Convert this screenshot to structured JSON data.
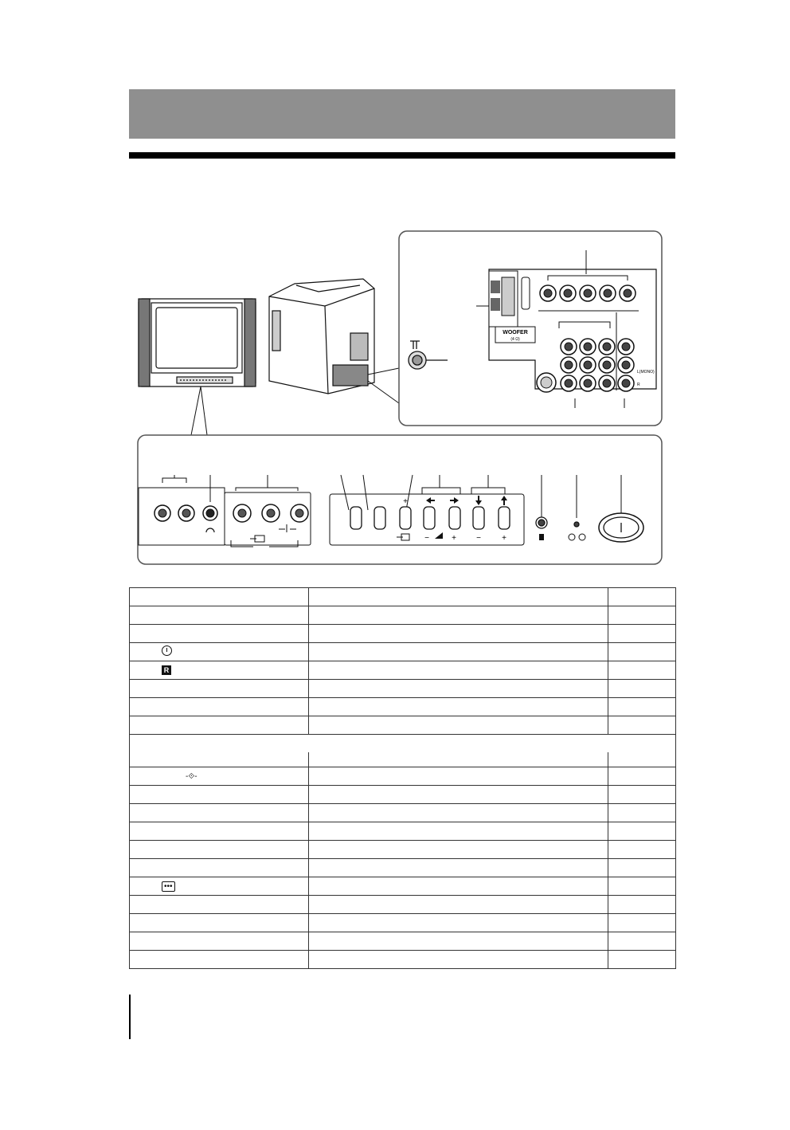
{
  "diagram": {
    "rear_panel": {
      "woofer_label": "WOOFER",
      "woofer_sub": "(4 Ω)",
      "mono_label": "L(MONO)",
      "right_label": "R"
    },
    "icons": [
      "antenna-icon",
      "headphone-icon",
      "video-input-icon",
      "audio-icon",
      "power-icon",
      "timer-icon",
      "remote-sensor-icon",
      "volume-icon"
    ],
    "front_panel": {
      "plus": "+",
      "minus": "−"
    }
  },
  "table": {
    "rows": 20,
    "group_row_index": 8,
    "icon_rows": {
      "3": "timer-icon",
      "4": "remote-r-icon",
      "9": "antenna-symbol-icon",
      "15": "video-input-icon"
    },
    "remote_icon_letter": "R"
  },
  "colors": {
    "header_band": "#8f8f8f",
    "rule": "#000000"
  }
}
